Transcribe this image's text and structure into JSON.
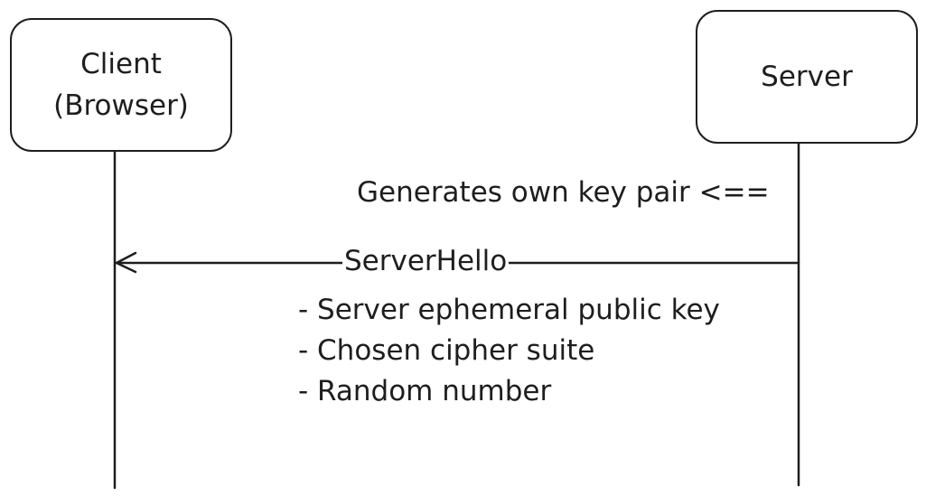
{
  "participants": {
    "client": {
      "line1": "Client",
      "line2": "(Browser)"
    },
    "server": {
      "label": "Server"
    }
  },
  "note": "Generates own key pair <==",
  "message": {
    "label": "ServerHello",
    "from": "Server",
    "to": "Client (Browser)"
  },
  "details": [
    "- Server ephemeral public key",
    "- Chosen cipher suite",
    "- Random number"
  ]
}
